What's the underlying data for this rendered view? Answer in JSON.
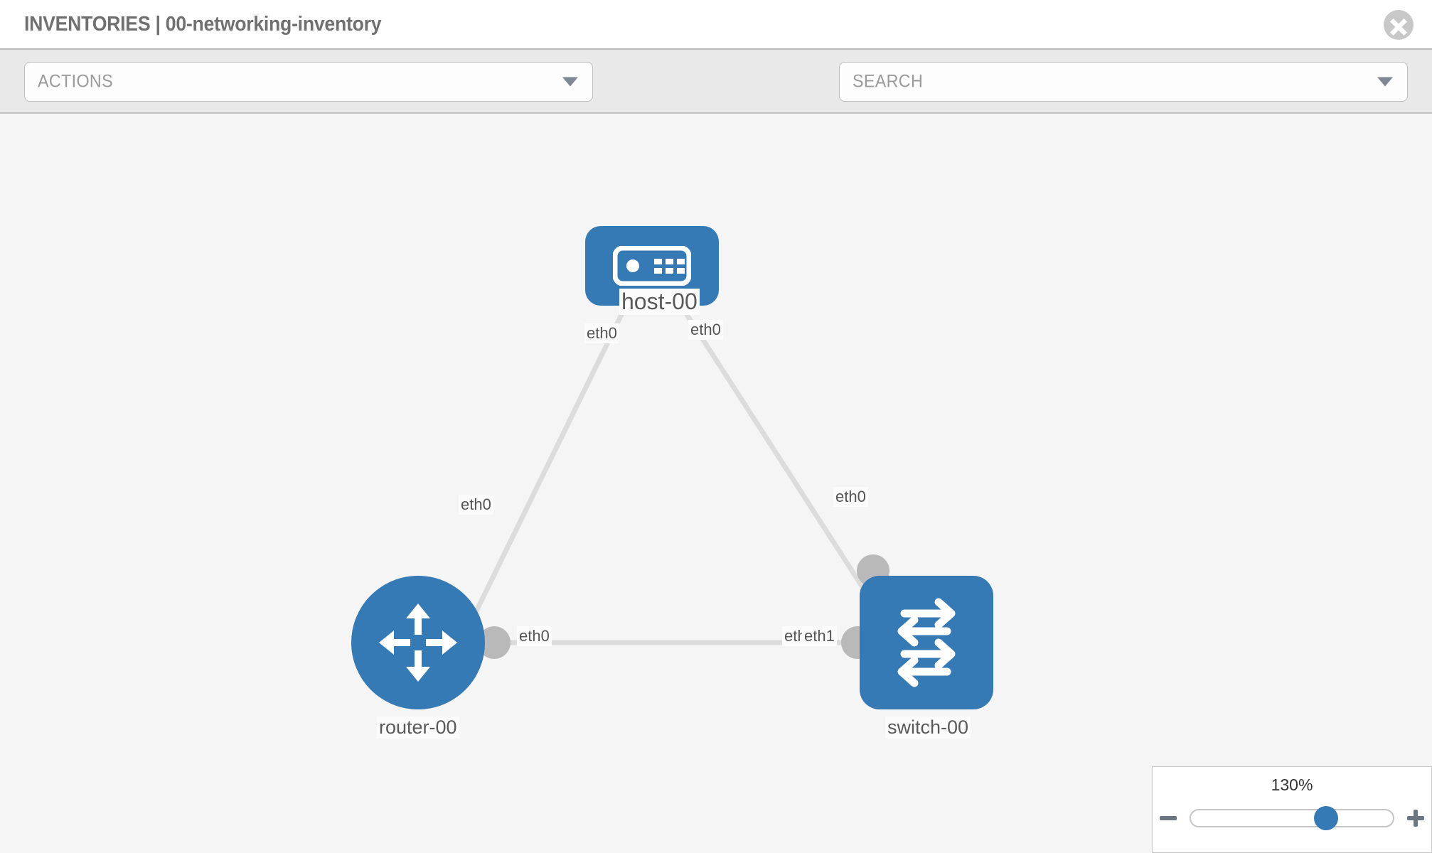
{
  "header": {
    "title": "INVENTORIES | 00-networking-inventory",
    "close_icon": "close-circle-icon"
  },
  "toolbar": {
    "actions_label": "ACTIONS",
    "search_placeholder": "SEARCH",
    "wrench_icon": "wrench-icon",
    "key_icon": "key-icon",
    "caret_icon": "chevron-down-icon"
  },
  "topology": {
    "nodes": [
      {
        "id": "host-00",
        "label": "host-00",
        "type": "host",
        "icon": "server-icon",
        "color": "#3579b5",
        "shape": "rounded-rect"
      },
      {
        "id": "router-00",
        "label": "router-00",
        "type": "router",
        "icon": "router-arrows-icon",
        "color": "#3579b5",
        "shape": "circle"
      },
      {
        "id": "switch-00",
        "label": "switch-00",
        "type": "switch",
        "icon": "switch-arrows-icon",
        "color": "#3579b5",
        "shape": "rounded-square"
      }
    ],
    "interfaces": {
      "host_left": "eth0",
      "host_right": "eth0",
      "router_up": "eth0",
      "router_right": "eth0",
      "switch_up": "eth0",
      "switch_left_back": "eth0",
      "switch_left_front": "eth1"
    },
    "links": [
      {
        "from": "host-00",
        "from_if": "eth0",
        "to": "router-00",
        "to_if": "eth0"
      },
      {
        "from": "host-00",
        "from_if": "eth0",
        "to": "switch-00",
        "to_if": "eth0"
      },
      {
        "from": "router-00",
        "from_if": "eth0",
        "to": "switch-00",
        "to_if": "eth1"
      }
    ],
    "link_color": "#dcdcdc",
    "port_color": "#b9b9b9"
  },
  "zoom": {
    "value": "130%",
    "minus_icon": "minus-icon",
    "plus_icon": "plus-icon",
    "thumb_position_percent": 67
  }
}
